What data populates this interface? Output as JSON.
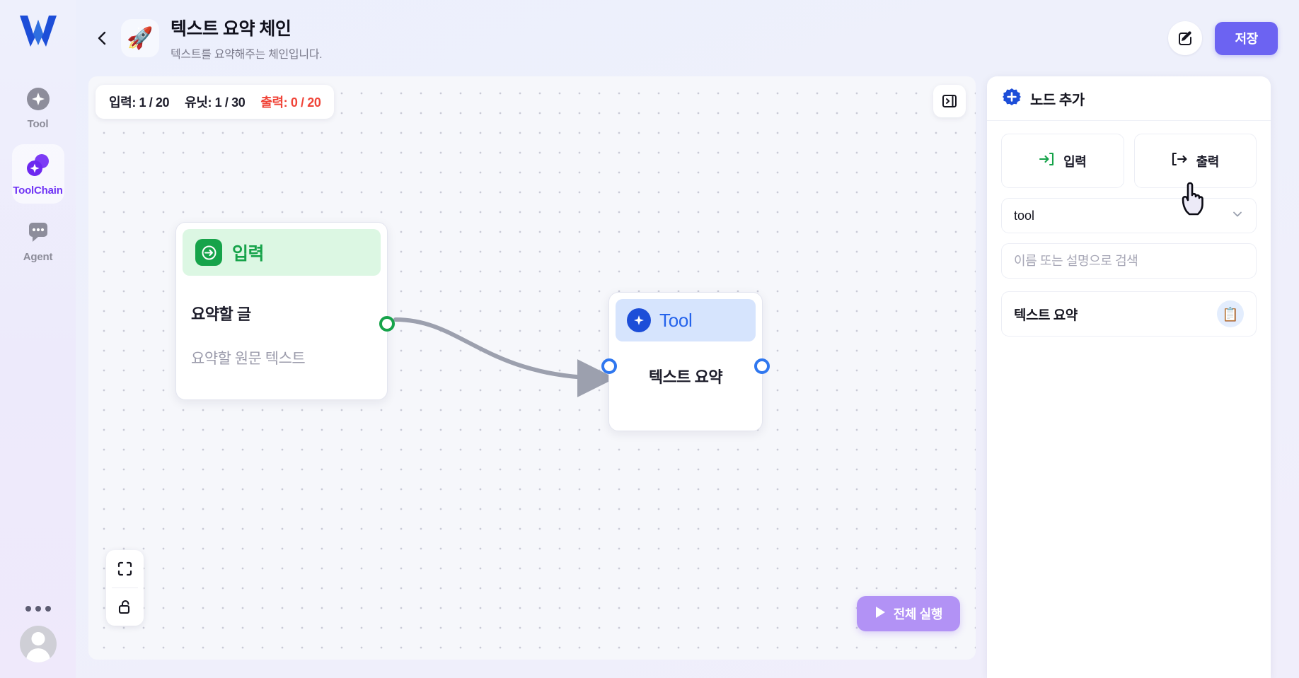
{
  "app": {
    "logo_name": "wrtn-logo"
  },
  "rail": {
    "items": [
      {
        "label": "Tool",
        "icon": "sparkle-circle-icon",
        "active": false
      },
      {
        "label": "ToolChain",
        "icon": "toolchain-circles-icon",
        "active": true
      },
      {
        "label": "Agent",
        "icon": "chat-bubble-icon",
        "active": false
      }
    ],
    "more_label": "more-options",
    "avatar_label": "user-avatar"
  },
  "header": {
    "back_label": "back",
    "emoji": "🚀",
    "title": "텍스트 요약 체인",
    "subtitle": "텍스트를 요약해주는 체인입니다.",
    "edit_label": "edit",
    "save_label": "저장"
  },
  "canvas": {
    "stats": [
      {
        "text": "입력: 1 / 20",
        "danger": false
      },
      {
        "text": "유닛: 1 / 30",
        "danger": false
      },
      {
        "text": "출력: 0 / 20",
        "danger": true
      }
    ],
    "collapse_label": "panel-collapse",
    "controls": {
      "fit_view_label": "fit-view",
      "lock_label": "unlock"
    },
    "run_label": "전체 실행",
    "nodes": {
      "input": {
        "header_title": "입력",
        "field_title": "요약할 글",
        "field_placeholder": "요약할 원문 텍스트"
      },
      "tool": {
        "header_title": "Tool",
        "body_title": "텍스트 요약"
      }
    }
  },
  "panel": {
    "title": "노드 추가",
    "input_btn": "입력",
    "output_btn": "출력",
    "type_select_value": "tool",
    "search_placeholder": "이름 또는 설명으로 검색",
    "results": [
      {
        "name": "텍스트 요약",
        "icon": "notepad-icon",
        "icon_glyph": "📋"
      }
    ]
  },
  "colors": {
    "accent_purple": "#6c63f2",
    "toolchain_purple": "#7034f5",
    "input_green": "#16a34a",
    "tool_blue": "#2563eb",
    "danger_red": "#f04438",
    "run_purple": "#b292f5"
  }
}
